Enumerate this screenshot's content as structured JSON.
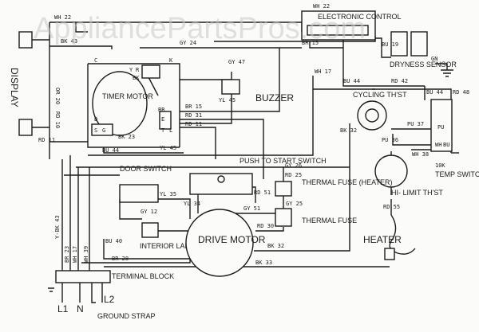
{
  "watermark": "AppliancePartsPros.com",
  "components": {
    "electronic_control": "ELECTRONIC CONTROL",
    "display": "DISPLAY",
    "dryness_sensor": "DRYNESS SENSOR",
    "gn": "GN",
    "timer_motor": "TIMER MOTOR",
    "buzzer": "BUZZER",
    "cycling_thst": "CYCLING TH'ST",
    "hi_limit_thst": "HI- LIMIT TH'ST",
    "temp_switch": "TEMP SWITCH",
    "door_switch": "DOOR SWITCH",
    "push_to_start": "PUSH TO START SWITCH",
    "thermal_fuse_heater": "THERMAL FUSE (HEATER)",
    "thermal_fuse": "THERMAL FUSE",
    "interior_lamp": "INTERIOR LAMP",
    "drive_motor": "DRIVE MOTOR",
    "terminal_block": "TERMINAL BLOCK",
    "heater": "HEATER",
    "l1": "L1",
    "n": "N",
    "l2": "L2",
    "ground_strap": "GROUND STRAP",
    "pu": "PU",
    "ten_k": "10K"
  },
  "wires": {
    "wh22_top": "WH 22",
    "wh22_right": "WH 22",
    "bk43_top": "BK 43",
    "gy24": "GY 24",
    "br15_top": "BR 15",
    "bu19": "BU 19",
    "or20": "OR 20",
    "rd10": "RD 10",
    "rd11": "RD 11",
    "gy47": "GY 47",
    "yl45_buzzer": "YL 45",
    "wh17": "WH 17",
    "bu44_top": "BU 44",
    "rd42": "RD 42",
    "bu44_right": "BU 44",
    "rd48": "RD 48",
    "bk32_right": "BK 32",
    "pu37": "PU 37",
    "pu36": "PU 36",
    "wh38": "WH 38",
    "br15_mid": "BR 15",
    "rd31_mid": "RD 31",
    "rd11_mid": "RD 11",
    "bk23": "BK 23",
    "yl45_mid": "YL 45",
    "bu44_mid": "BU 44",
    "yl35": "YL 35",
    "gy12": "GY 12",
    "rd51": "RD 51",
    "gy26": "GY 26",
    "rd25": "RD 25",
    "gy51": "GY 51",
    "rd30": "RD 30",
    "yl34": "YL 34",
    "gy25": "GY 25",
    "bu40": "BU 40",
    "br28": "BR 28",
    "bk32_bottom": "BK 32",
    "bk33": "BK 33",
    "rd55": "RD 55",
    "y_bk43": "Y-BK 43",
    "br23": "BR 23",
    "wh17_v": "WH 17",
    "wh39": "WH 39"
  },
  "pins": {
    "c": "C",
    "y": "Y",
    "r": "R",
    "bk": "BK",
    "k": "K",
    "b": "B",
    "g": "G",
    "s": "S",
    "e": "E",
    "t": "T",
    "l": "L",
    "br": "BR",
    "wh": "WH",
    "bu": "BU"
  }
}
